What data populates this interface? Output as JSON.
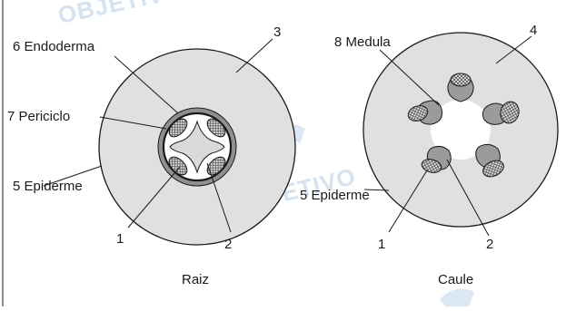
{
  "watermark": "OBJETIVO",
  "raiz": {
    "caption": "Raiz",
    "labels": {
      "endoderma": "6 Endoderma",
      "periciclo": "7 Periciclo",
      "epiderme": "5 Epiderme",
      "n1": "1",
      "n2": "2",
      "n3": "3"
    }
  },
  "caule": {
    "caption": "Caule",
    "labels": {
      "medula": "8 Medula",
      "epiderme": "5 Epiderme",
      "n1": "1",
      "n2": "2",
      "n4": "4"
    }
  },
  "colors": {
    "tissue": "#e0e0e0",
    "stroke": "#1a1a1a",
    "endodermis": "#8f8f8f",
    "xylem": "#d9d9d9",
    "phloem_hatch": "#bcbcbc",
    "medulla": "#ffffff",
    "watermark": "#d4e3f1"
  }
}
